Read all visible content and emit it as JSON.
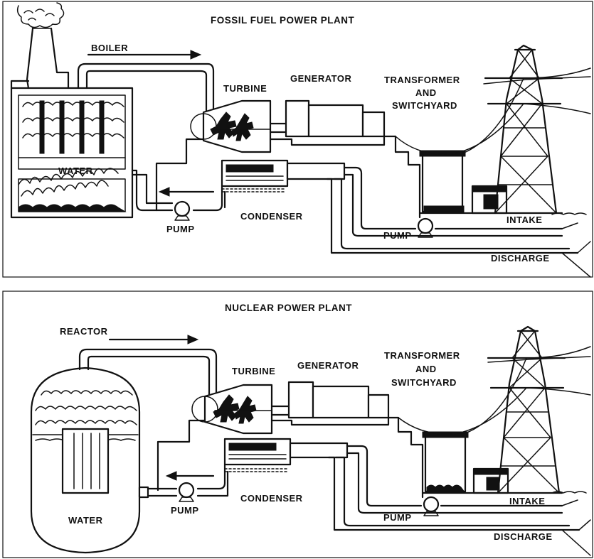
{
  "fossil": {
    "title": "FOSSIL FUEL POWER PLANT",
    "labels": {
      "boiler": "BOILER",
      "turbine": "TURBINE",
      "generator": "GENERATOR",
      "transformer_1": "TRANSFORMER",
      "transformer_2": "AND",
      "transformer_3": "SWITCHYARD",
      "water": "WATER",
      "pump_left": "PUMP",
      "condenser": "CONDENSER",
      "pump_right": "PUMP",
      "intake": "INTAKE",
      "discharge": "DISCHARGE"
    }
  },
  "nuclear": {
    "title": "NUCLEAR POWER PLANT",
    "labels": {
      "reactor": "REACTOR",
      "turbine": "TURBINE",
      "generator": "GENERATOR",
      "transformer_1": "TRANSFORMER",
      "transformer_2": "AND",
      "transformer_3": "SWITCHYARD",
      "water": "WATER",
      "pump_left": "PUMP",
      "condenser": "CONDENSER",
      "pump_right": "PUMP",
      "intake": "INTAKE",
      "discharge": "DISCHARGE"
    }
  }
}
